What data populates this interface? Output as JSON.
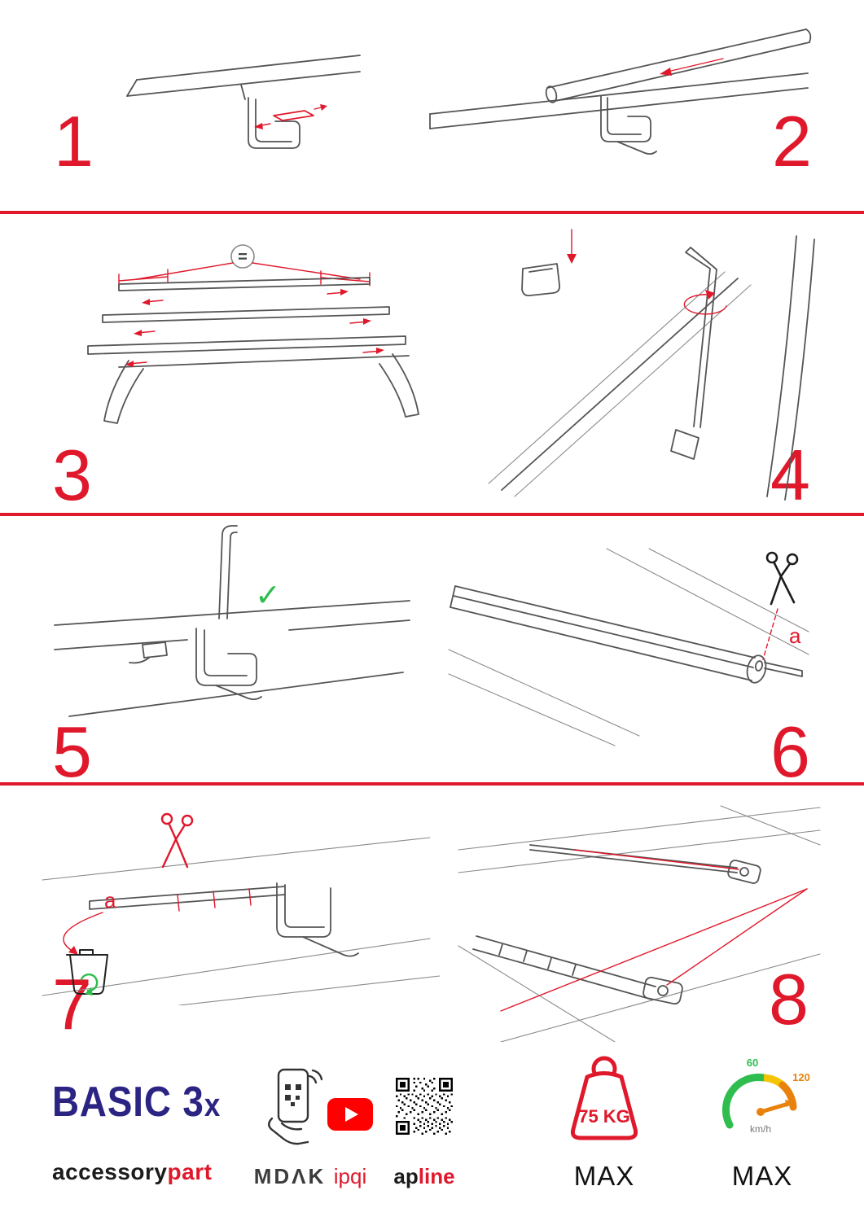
{
  "page": {
    "background": "#ffffff",
    "accent_red": "#e0182b"
  },
  "steps": [
    {
      "number": "1"
    },
    {
      "number": "2"
    },
    {
      "number": "3"
    },
    {
      "number": "4"
    },
    {
      "number": "5"
    },
    {
      "number": "6"
    },
    {
      "number": "7"
    },
    {
      "number": "8"
    }
  ],
  "annotations": {
    "equals_sign": "=",
    "label_a": "a",
    "check_mark": "✓"
  },
  "footer": {
    "brand_title": "BASIC 3",
    "brand_title_suffix": "x",
    "brand_subtitle_left": "accessory",
    "brand_subtitle_right": "part",
    "logo_mdak": "MDΛK",
    "logo_ipqi": "ipqi",
    "logo_apline_left": "ap",
    "logo_apline_right": "line",
    "weight_value": "75 KG",
    "weight_max_label": "MAX",
    "speed_scale_start": "60",
    "speed_scale_end": "120",
    "speed_unit": "km/h",
    "speed_max_label": "MAX"
  }
}
